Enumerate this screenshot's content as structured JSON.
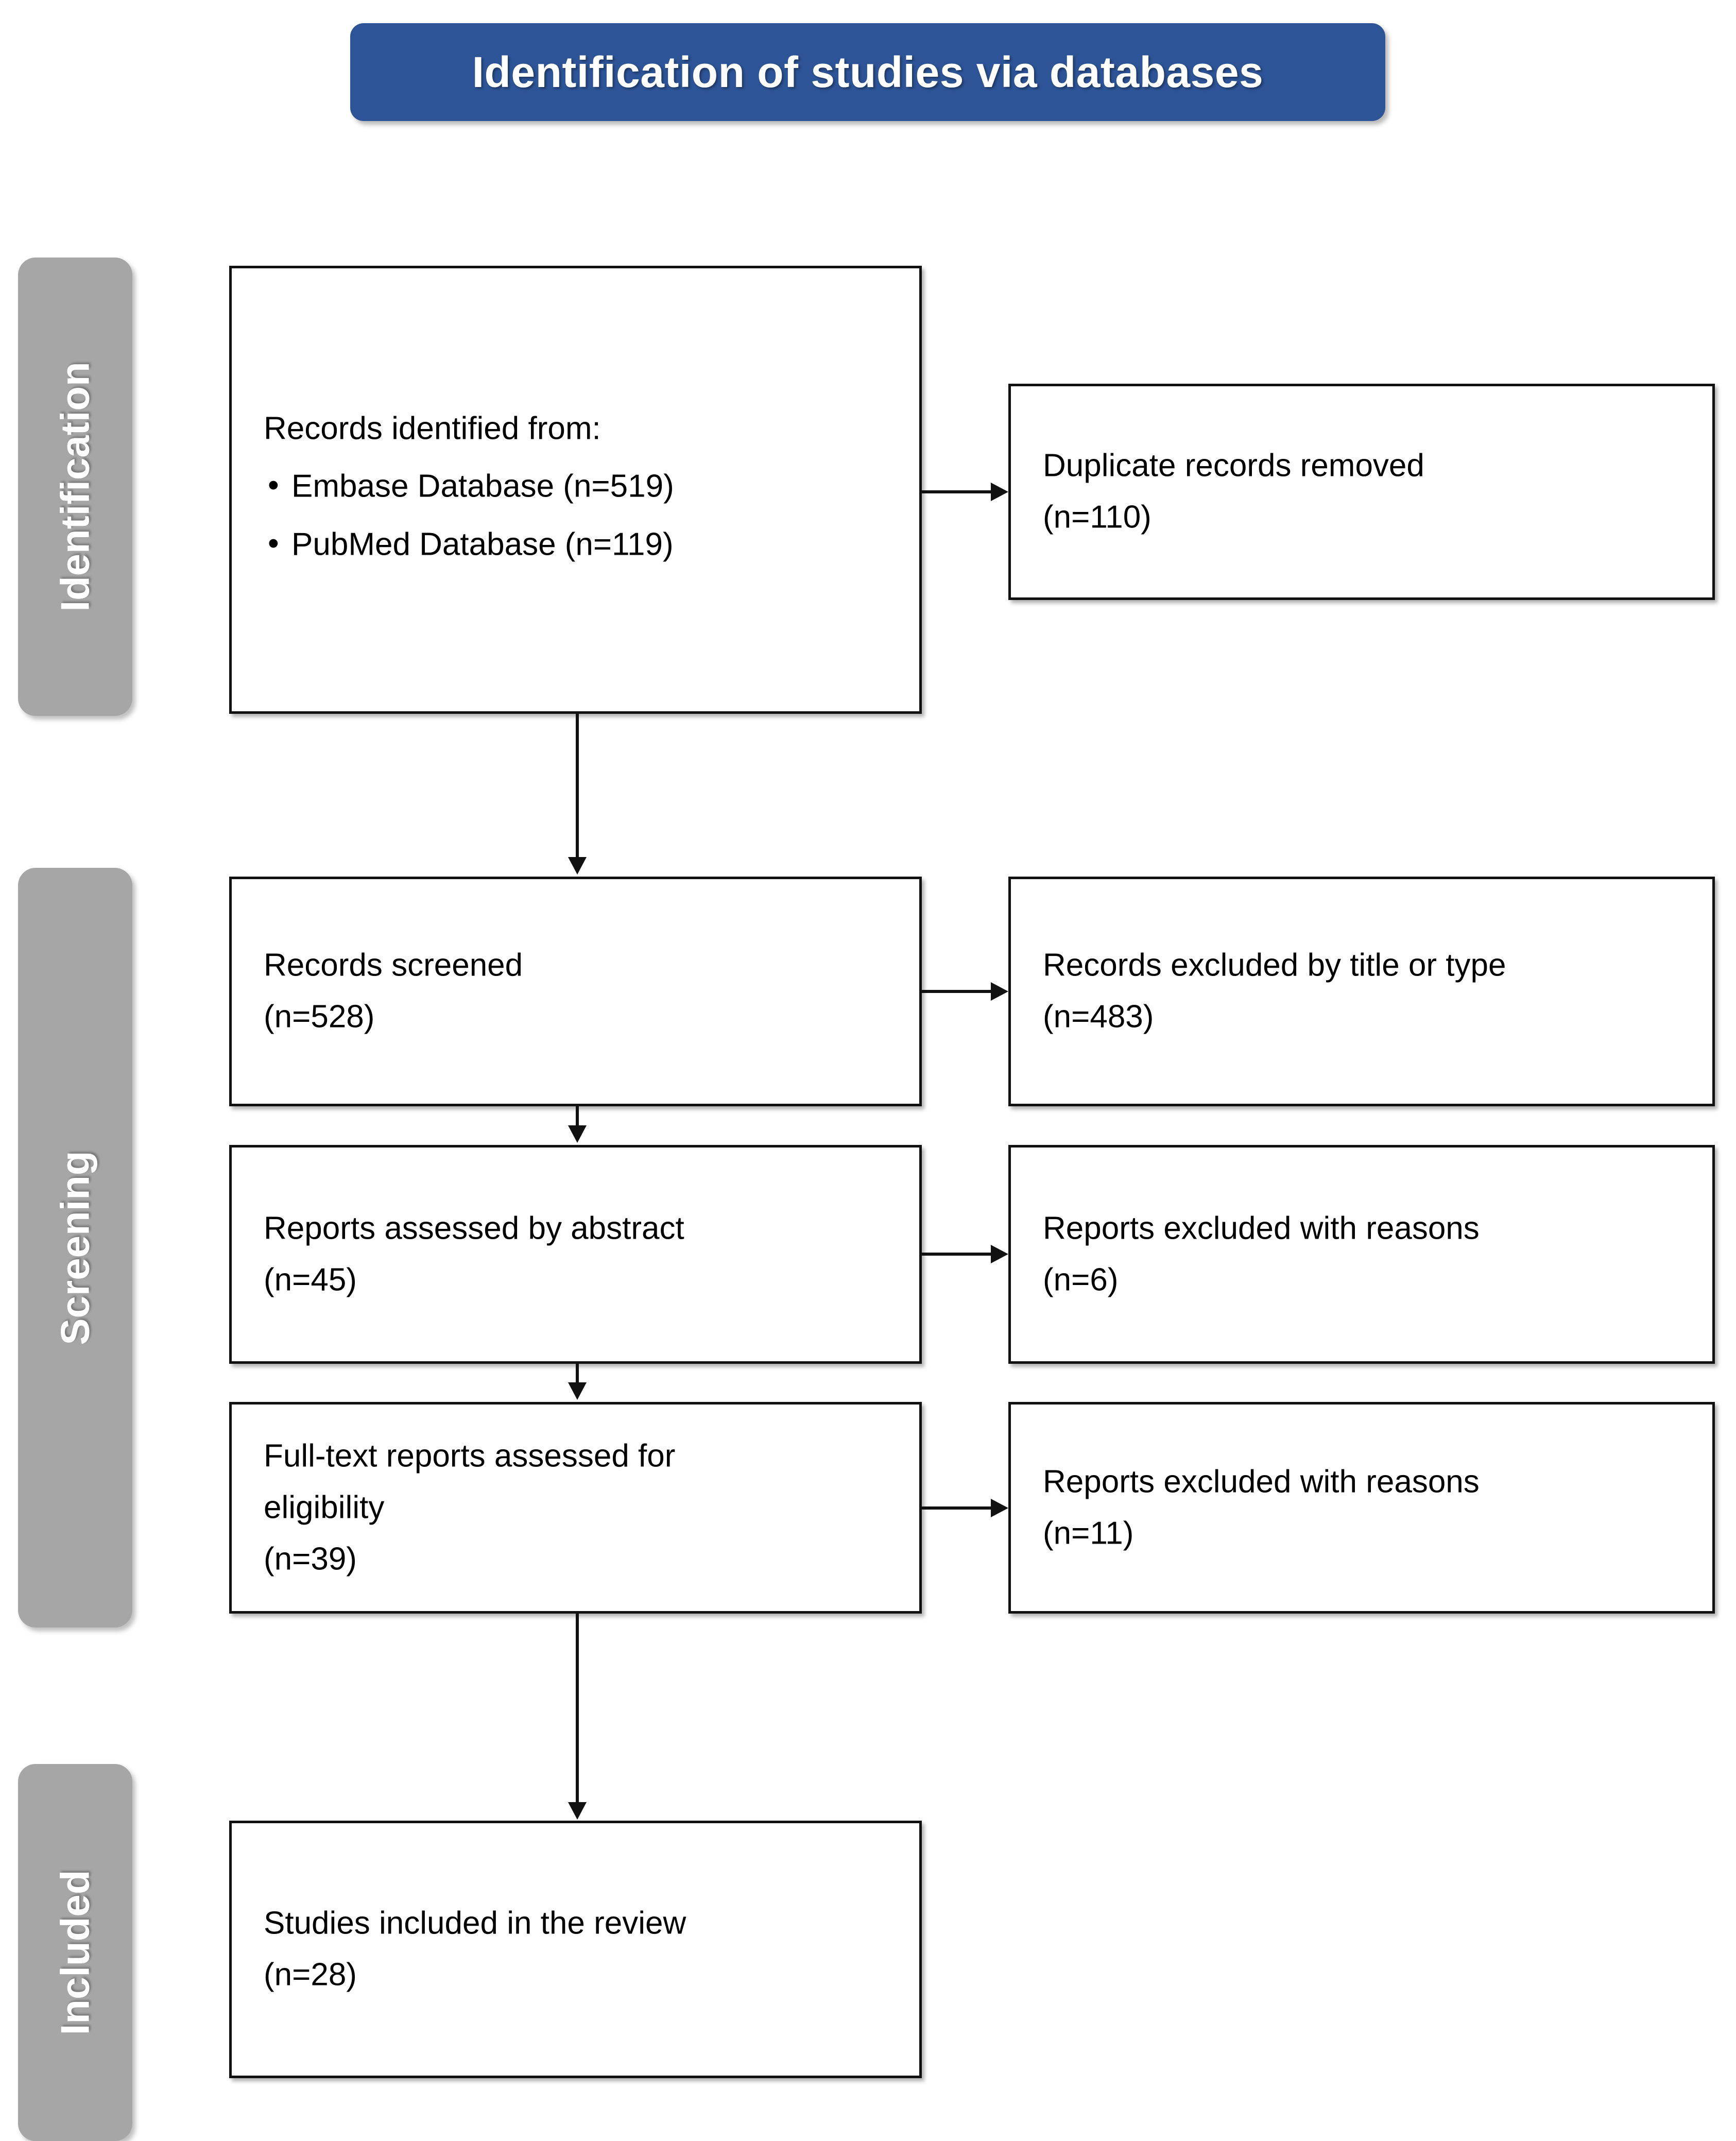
{
  "title": {
    "text": "Identification of studies via databases",
    "background_color": "#2D5496",
    "text_color": "#FFFFFF"
  },
  "stages": [
    {
      "id": "identification",
      "label": "Identification",
      "color": "#A6A6A6"
    },
    {
      "id": "screening",
      "label": "Screening",
      "color": "#A6A6A6"
    },
    {
      "id": "included",
      "label": "Included",
      "color": "#A6A6A6"
    }
  ],
  "boxes": {
    "identified": {
      "heading": "Records identified from:",
      "bullet_glyph": "•",
      "items": [
        "Embase Database (n=519)",
        "PubMed Database (n=119)"
      ]
    },
    "duplicates": {
      "line1": "Duplicate records removed",
      "line2": "(n=110)"
    },
    "screened": {
      "line1": "Records screened",
      "line2": "(n=528)"
    },
    "excluded_title": {
      "line1": "Records excluded by title or type",
      "line2": "(n=483)"
    },
    "abstract": {
      "line1": "Reports assessed by abstract",
      "line2": "(n=45)"
    },
    "excluded_abstract": {
      "line1": "Reports excluded with reasons",
      "line2": "(n=6)"
    },
    "fulltext": {
      "line1": "Full-text reports assessed for",
      "line2": "eligibility",
      "line3": "(n=39)"
    },
    "excluded_fulltext": {
      "line1": "Reports excluded with reasons",
      "line2": "(n=11)"
    },
    "included": {
      "line1": "Studies included in the review",
      "line2": "(n=28)"
    }
  }
}
